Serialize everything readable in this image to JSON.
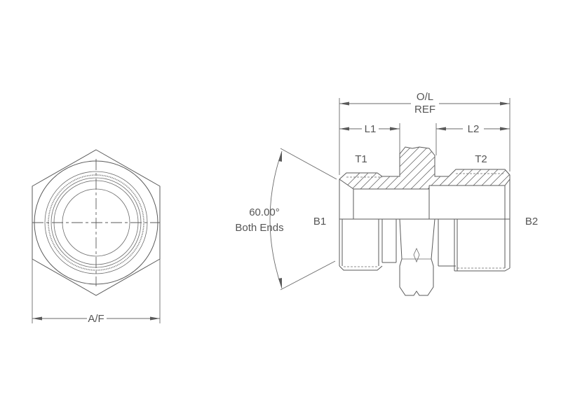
{
  "drawing": {
    "type": "technical-drawing",
    "subject": "hydraulic adapter fitting",
    "end_view": {
      "dimension_label": "A/F"
    },
    "side_view": {
      "overall_length_label_line1": "O/L",
      "overall_length_label_line2": "REF",
      "left_length_label": "L1",
      "right_length_label": "L2",
      "left_thread_label": "T1",
      "right_thread_label": "T2",
      "left_bore_label": "B1",
      "right_bore_label": "B2",
      "angle_label_line1": "60.00°",
      "angle_label_line2": "Both Ends"
    },
    "colors": {
      "line": "#5a5a5a",
      "text": "#555555",
      "background": "#ffffff"
    }
  }
}
